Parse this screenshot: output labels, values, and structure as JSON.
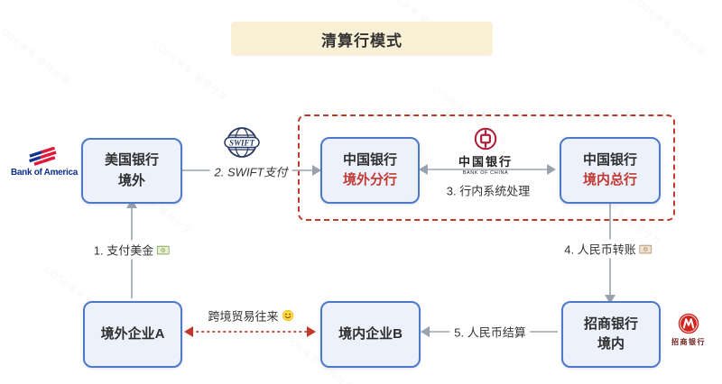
{
  "title": "清算行模式",
  "nodes": {
    "us_bank": {
      "line1": "美国银行",
      "line2": "境外"
    },
    "boc_overseas": {
      "line1": "中国银行",
      "line2": "境外分行"
    },
    "boc_hq": {
      "line1": "中国银行",
      "line2": "境内总行"
    },
    "company_a": {
      "label": "境外企业A"
    },
    "company_b": {
      "label": "境内企业B"
    },
    "cmb_bank": {
      "line1": "招商银行",
      "line2": "境内"
    }
  },
  "flows": {
    "step1": "1. 支付美金",
    "step2": "2. SWIFT支付",
    "step3": "3. 行内系统处理",
    "step4": "4. 人民币转账",
    "step5": "5. 人民币结算",
    "trade": "跨境贸易往来"
  },
  "logos": {
    "boa_text": "Bank of America",
    "swift_text": "SWIFT",
    "boc_cn": "中国银行",
    "boc_en": "BANK OF CHINA",
    "cmb_text": "招商银行"
  },
  "icons": {
    "step1_icon": "dollar-banknote",
    "step4_icon": "yen-banknote",
    "trade_icon": "smiley-face"
  },
  "colors": {
    "accent_red": "#c0392b",
    "red_text": "#c13a33",
    "box_border": "#4e79c9",
    "box_fill": "#edf1fb",
    "title_bg": "#faf0d5",
    "arrow_gray": "#9aa3ad"
  },
  "watermark": "CODE未来 编程分享"
}
